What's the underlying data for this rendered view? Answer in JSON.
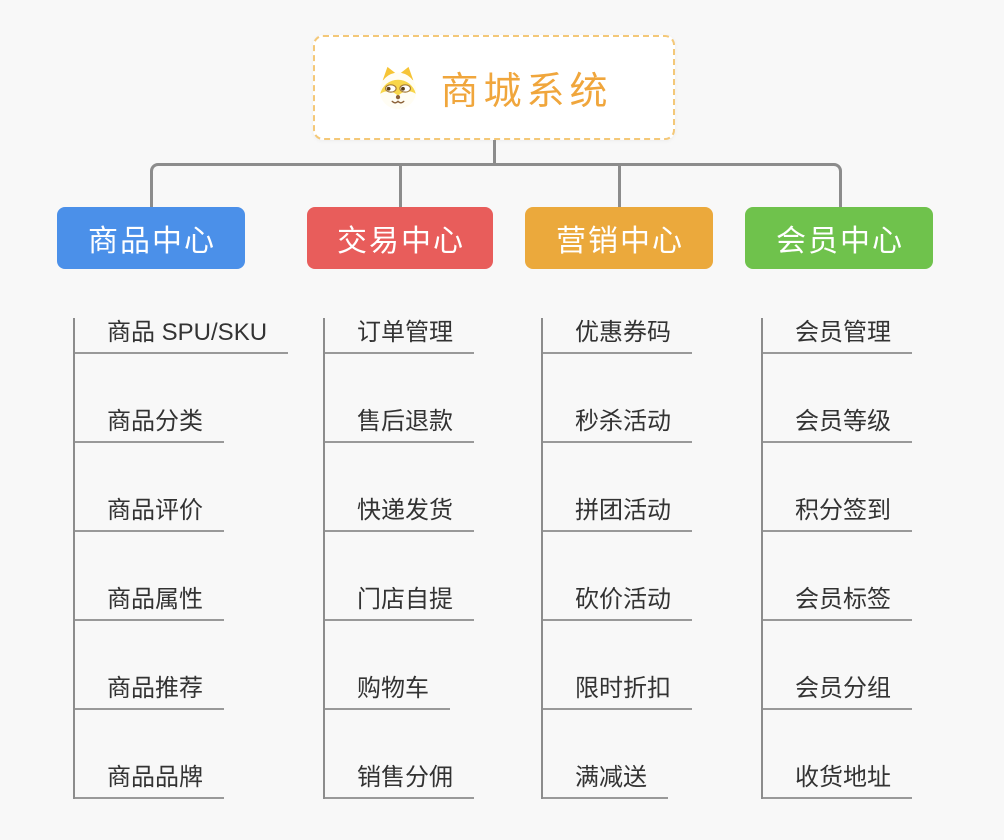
{
  "root": {
    "title": "商城系统",
    "icon": "shiba-dog-icon"
  },
  "branches": [
    {
      "label": "商品中心",
      "color": "#4B90E9",
      "children": [
        "商品 SPU/SKU",
        "商品分类",
        "商品评价",
        "商品属性",
        "商品推荐",
        "商品品牌"
      ]
    },
    {
      "label": "交易中心",
      "color": "#E85D5B",
      "children": [
        "订单管理",
        "售后退款",
        "快递发货",
        "门店自提",
        "购物车",
        "销售分佣"
      ]
    },
    {
      "label": "营销中心",
      "color": "#EBA93C",
      "children": [
        "优惠券码",
        "秒杀活动",
        "拼团活动",
        "砍价活动",
        "限时折扣",
        "满减送"
      ]
    },
    {
      "label": "会员中心",
      "color": "#6FC24C",
      "children": [
        "会员管理",
        "会员等级",
        "积分签到",
        "会员标签",
        "会员分组",
        "收货地址"
      ]
    }
  ],
  "style": {
    "background": "#F8F8F8",
    "connector_color": "#8C8C8C",
    "underline_color": "#999999",
    "item_text_color": "#333333",
    "root_title_color": "#F0A63C",
    "root_border_color": "#F4C878"
  }
}
